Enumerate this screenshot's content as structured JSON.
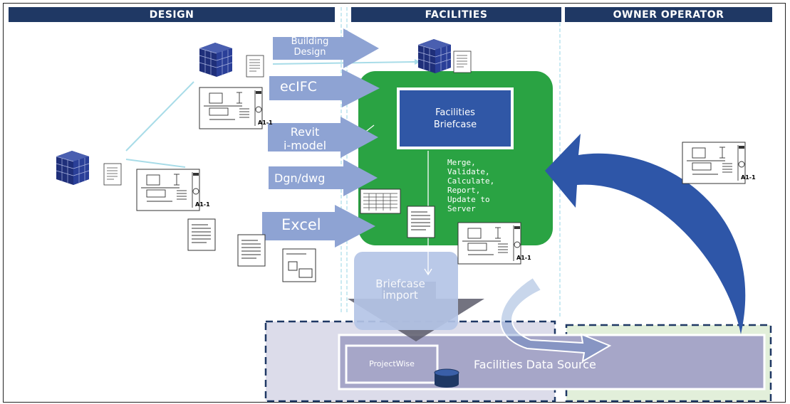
{
  "headers": {
    "design": "DESIGN",
    "facilities": "FACILITIES",
    "owner_operator": "OWNER OPERATOR"
  },
  "inputs": {
    "building_design_line1": "Building",
    "building_design_line2": "Design",
    "ecifc": "ecIFC",
    "revit_line1": "Revit",
    "revit_line2": "i-model",
    "dgn_dwg": "Dgn/dwg",
    "excel": "Excel"
  },
  "facilities_briefcase_line1": "Facilities",
  "facilities_briefcase_line2": "Briefcase",
  "process_steps": [
    "Merge,",
    "Validate,",
    "Calculate,",
    "Report,",
    "Update to",
    "Server"
  ],
  "briefcase_import_line1": "Briefcase",
  "briefcase_import_line2": "import",
  "projectwise": "ProjectWise",
  "facilities_data_source": "Facilities Data Source",
  "sheet_label": "A1-1",
  "colors": {
    "header": "#1f3864",
    "input_arrow": "#8ea3d3",
    "facilities_green": "#2aa343",
    "briefcase_blue": "#3057a6",
    "return_arrow": "#2e56a8",
    "data_source": "#a6a6c8",
    "guide_line": "#a8dce8"
  }
}
